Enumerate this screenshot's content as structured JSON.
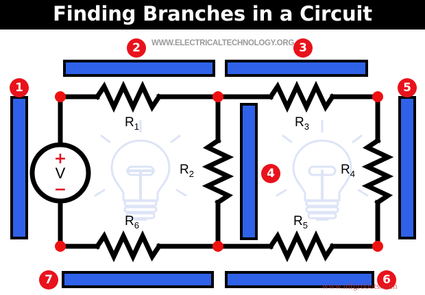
{
  "header": {
    "title": "Finding Branches in a Circuit",
    "site_url": "WWW.ELECTRICALTECHNOLOGY.ORG",
    "title_bar_color": "#000000",
    "title_text_color": "#ffffff",
    "url_text_color": "#9a9a9a"
  },
  "colors": {
    "badge_red": "#e8121c",
    "branch_blue": "#2f62e8",
    "wire_black": "#000000",
    "node_red": "#ee1111",
    "bulb_watermark": "#dde4f7",
    "watermark_red": "#c23a3a"
  },
  "source": {
    "label": "V",
    "plus": "+",
    "minus": "−",
    "name": "voltage-source"
  },
  "resistors": [
    {
      "id": "R1",
      "label": "R",
      "subscript": "1",
      "orientation": "horizontal"
    },
    {
      "id": "R2",
      "label": "R",
      "subscript": "2",
      "orientation": "vertical"
    },
    {
      "id": "R3",
      "label": "R",
      "subscript": "3",
      "orientation": "horizontal"
    },
    {
      "id": "R4",
      "label": "R",
      "subscript": "4",
      "orientation": "vertical"
    },
    {
      "id": "R5",
      "label": "R",
      "subscript": "5",
      "orientation": "horizontal"
    },
    {
      "id": "R6",
      "label": "R",
      "subscript": "6",
      "orientation": "horizontal"
    }
  ],
  "badges": [
    {
      "number": "1",
      "name": "branch-badge-1"
    },
    {
      "number": "2",
      "name": "branch-badge-2"
    },
    {
      "number": "3",
      "name": "branch-badge-3"
    },
    {
      "number": "4",
      "name": "branch-badge-4"
    },
    {
      "number": "5",
      "name": "branch-badge-5"
    },
    {
      "number": "6",
      "name": "branch-badge-6"
    },
    {
      "number": "7",
      "name": "branch-badge-7"
    }
  ],
  "branch_bars": [
    {
      "id": "bar-1",
      "orientation": "vertical",
      "label": "branch-1-left-source"
    },
    {
      "id": "bar-2",
      "orientation": "horizontal",
      "label": "branch-2-top-left-R1"
    },
    {
      "id": "bar-3",
      "orientation": "horizontal",
      "label": "branch-3-top-right-R3"
    },
    {
      "id": "bar-4",
      "orientation": "vertical",
      "label": "branch-4-middle-R2"
    },
    {
      "id": "bar-5",
      "orientation": "vertical",
      "label": "branch-5-right-R4"
    },
    {
      "id": "bar-6",
      "orientation": "horizontal",
      "label": "branch-6-bottom-right-R5"
    },
    {
      "id": "bar-7",
      "orientation": "horizontal",
      "label": "branch-7-bottom-left-R6"
    }
  ],
  "nodes": [
    {
      "name": "node-top-left"
    },
    {
      "name": "node-top-center"
    },
    {
      "name": "node-top-right"
    },
    {
      "name": "node-bottom-left"
    },
    {
      "name": "node-bottom-center"
    },
    {
      "name": "node-bottom-right"
    }
  ],
  "footer": {
    "watermark": "www.mfgrobots.com"
  }
}
